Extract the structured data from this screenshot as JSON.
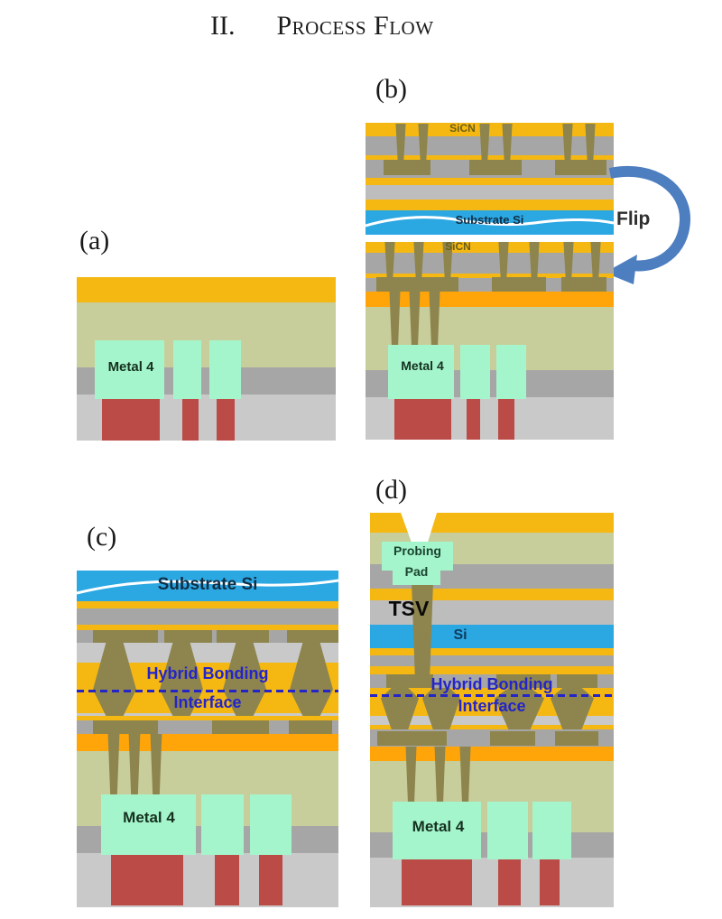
{
  "section": {
    "numeral": "II.",
    "title": "Process Flow"
  },
  "figure": {
    "panels": [
      {
        "id": "a",
        "label": "(a)",
        "labels": {
          "metal": "Metal 4"
        }
      },
      {
        "id": "b",
        "label": "(b)",
        "labels": {
          "sicn_top": "SiCN",
          "substrate": "Substrate Si",
          "flip": "Flip",
          "sicn_bottom": "SiCN",
          "metal": "Metal 4"
        }
      },
      {
        "id": "c",
        "label": "(c)",
        "labels": {
          "substrate": "Substrate Si",
          "bonding_line1": "Hybrid Bonding",
          "bonding_line2": "Interface",
          "metal": "Metal 4"
        }
      },
      {
        "id": "d",
        "label": "(d)",
        "labels": {
          "probing_line1": "Probing",
          "probing_line2": "Pad",
          "tsv": "TSV",
          "si": "Si",
          "bonding_line1": "Hybrid Bonding",
          "bonding_line2": "Interface",
          "metal": "Metal 4"
        }
      }
    ],
    "colors": {
      "yellow": "#F5B812",
      "orange": "#FFA50A",
      "green": "#C8CE9B",
      "mint": "#A5F5CC",
      "gray1": "#A6A6A6",
      "gray2": "#C9C9C9",
      "gray3": "#BDBDBD",
      "olive": "#8D854D",
      "blue": "#2BA7E2",
      "red": "#BB4B47",
      "iface": "#2424C8",
      "arrow": "#4D7EC0"
    },
    "text_colors": {
      "metal": "#14301F",
      "sicn": "#6B5E17",
      "substrate": "#102F47",
      "flip": "#2F2F2F",
      "probing": "#1A4430",
      "tsv": "#0A0A0A",
      "si": "#0E3C5C",
      "bonding": "#2424C8",
      "panel_label": "#1A1A1A",
      "heading": "#1B1B1B"
    }
  }
}
